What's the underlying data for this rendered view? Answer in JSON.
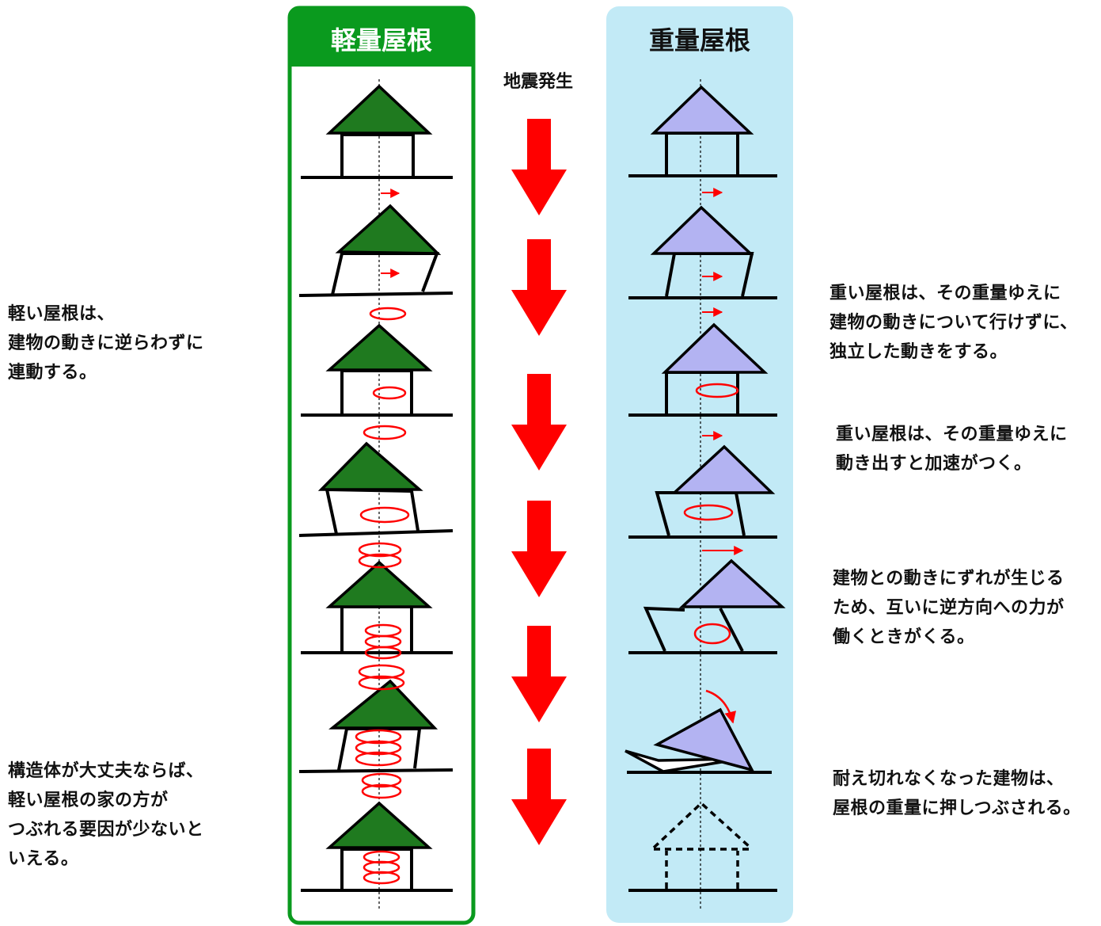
{
  "columns": {
    "light": {
      "title": "軽量屋根",
      "header_bg": "#0a9a1e",
      "border": "#0a9a1e",
      "roof_color": "#1f7a1f"
    },
    "heavy": {
      "title": "重量屋根",
      "bg": "#c2eaf6",
      "roof_color": "#b3b3f2"
    }
  },
  "center_label": "地震発生",
  "arrow_color": "#ff0000",
  "left_notes": [
    {
      "id": "left-note-1",
      "text": "軽い屋根は、\n建物の動きに逆らわずに\n連動する。"
    },
    {
      "id": "left-note-2",
      "text": "構造体が大丈夫ならば、\n軽い屋根の家の方が\nつぶれる要因が少ないと\nいえる。"
    }
  ],
  "right_notes": [
    {
      "id": "right-note-1",
      "text": "重い屋根は、その重量ゆえに\n建物の動きについて行けずに、\n独立した動きをする。"
    },
    {
      "id": "right-note-2",
      "text": "重い屋根は、その重量ゆえに\n動き出すと加速がつく。"
    },
    {
      "id": "right-note-3",
      "text": "建物との動きにずれが生じる\nため、互いに逆方向への力が\n働くときがくる。"
    },
    {
      "id": "right-note-4",
      "text": "耐え切れなくなった建物は、\n屋根の重量に押しつぶされる。"
    }
  ]
}
